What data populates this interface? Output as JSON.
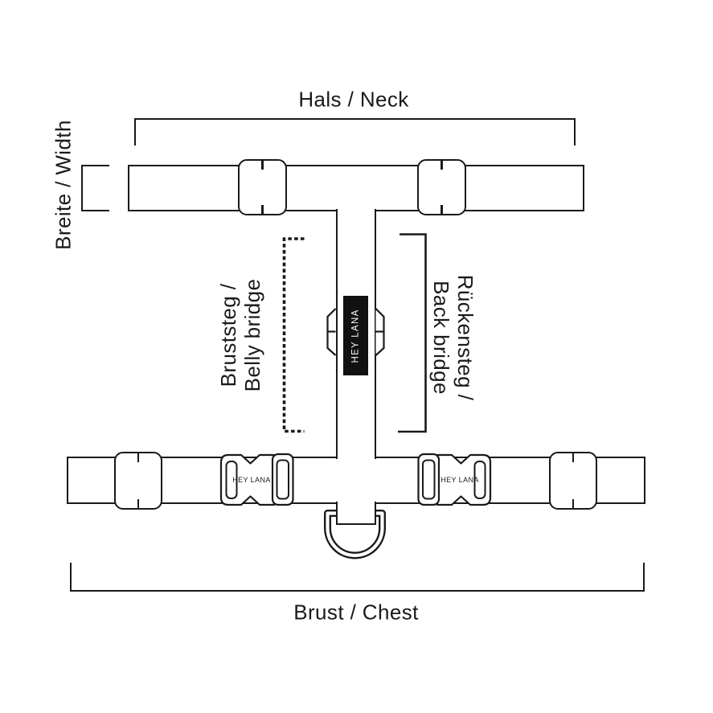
{
  "labels": {
    "neck": "Hals / Neck",
    "width": "Breite / Width",
    "belly": [
      "Bruststeg /",
      "Belly bridge"
    ],
    "back": [
      "Rückensteg /",
      "Back bridge"
    ],
    "chest": "Brust / Chest"
  },
  "brand": "HEY LANA",
  "colors": {
    "line": "#1a1a1a",
    "background": "#ffffff",
    "tag_background": "#111111",
    "tag_text": "#ffffff"
  }
}
